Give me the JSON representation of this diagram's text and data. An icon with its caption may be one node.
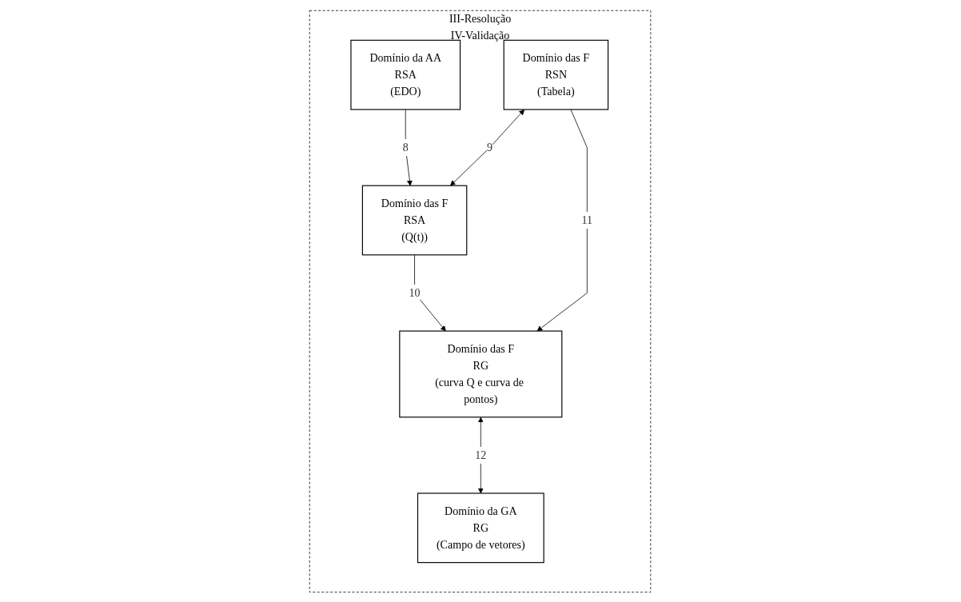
{
  "diagram": {
    "nodes": [
      {
        "text": [
          "III-Resolução",
          "IV-Validação"
        ]
      },
      {
        "text": [
          "Domínio das F",
          "RSN",
          "(Tabela)"
        ],
        "in": 0
      },
      {
        "text": [
          "Domínio da AA",
          "RSA",
          "(EDO)"
        ],
        "in": 0
      },
      {
        "text": [
          "Domínio das F",
          "RSA",
          "(Q(t))"
        ],
        "in": 0
      },
      {
        "text": [
          "Domínio das F",
          "RG",
          "(curva Q e curva de pontos)"
        ],
        "in": 0
      },
      {
        "text": [
          "Domínio da GA",
          "RG",
          "(Campo de vetores)"
        ],
        "in": 0
      }
    ],
    "edges": [
      {
        "from": 2,
        "to": 3,
        "arrow": "to",
        "label": "8"
      },
      {
        "from": 1,
        "to": 3,
        "arrow": "both",
        "label": "9"
      },
      {
        "from": 3,
        "to": 4,
        "arrow": "to",
        "label": "10"
      },
      {
        "from": 1,
        "to": 4,
        "arrow": "to",
        "label": "11"
      },
      {
        "from": 4,
        "to": 5,
        "arrow": "both",
        "label": "12"
      }
    ]
  }
}
